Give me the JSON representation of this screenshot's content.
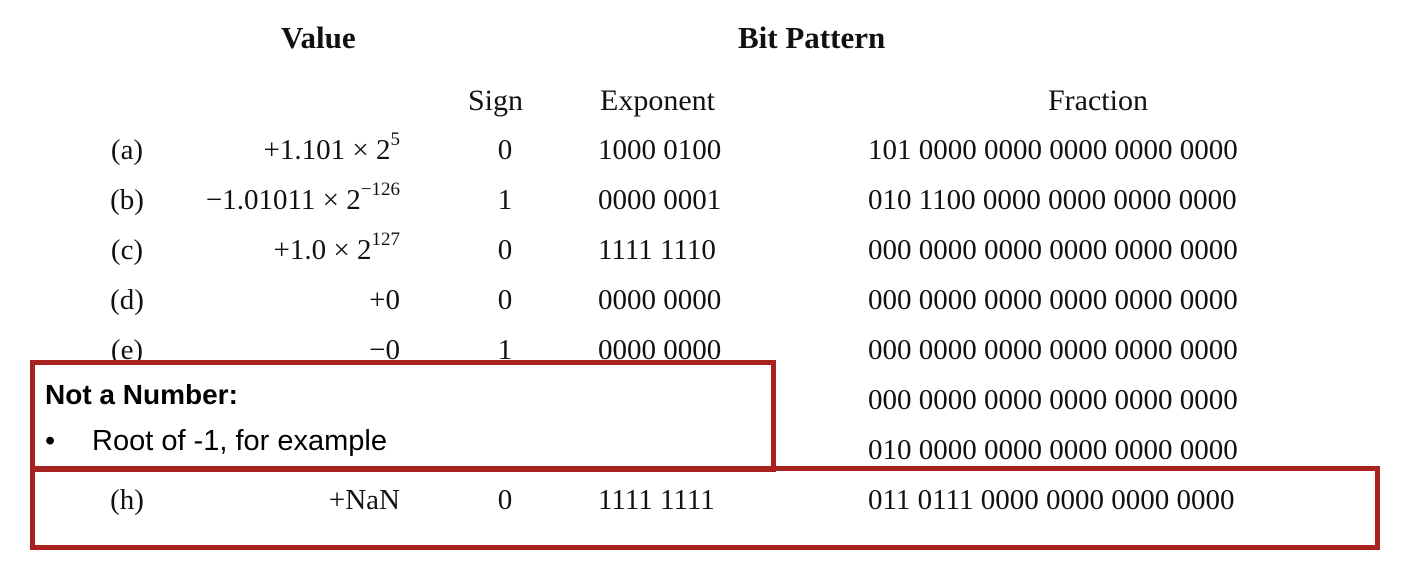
{
  "headers": {
    "value": "Value",
    "bit_pattern": "Bit Pattern",
    "sign": "Sign",
    "exponent": "Exponent",
    "fraction": "Fraction"
  },
  "rows": [
    {
      "label": "(a)",
      "mant": "+1.101 × 2",
      "exp": "5",
      "sign": "0",
      "exponent": "1000 0100",
      "fraction": "101 0000 0000 0000 0000 0000"
    },
    {
      "label": "(b)",
      "mant": "−1.01011 × 2",
      "exp": "−126",
      "sign": "1",
      "exponent": "0000 0001",
      "fraction": "010 1100 0000 0000 0000 0000"
    },
    {
      "label": "(c)",
      "mant": "+1.0 × 2",
      "exp": "127",
      "sign": "0",
      "exponent": "1111 1110",
      "fraction": "000 0000 0000 0000 0000 0000"
    },
    {
      "label": "(d)",
      "mant": "+0",
      "exp": "",
      "sign": "0",
      "exponent": "0000 0000",
      "fraction": "000 0000 0000 0000 0000 0000"
    },
    {
      "label": "(e)",
      "mant": "−0",
      "exp": "",
      "sign": "1",
      "exponent": "0000 0000",
      "fraction": "000 0000 0000 0000 0000 0000"
    },
    {
      "label": "",
      "mant": "",
      "exp": "",
      "sign": "",
      "exponent": "",
      "fraction": "000 0000 0000 0000 0000 0000"
    },
    {
      "label": "",
      "mant": "",
      "exp": "",
      "sign": "",
      "exponent": "",
      "fraction": "010 0000 0000 0000 0000 0000"
    },
    {
      "label": "(h)",
      "mant": "+NaN",
      "exp": "",
      "sign": "0",
      "exponent": "1111 1111",
      "fraction": "011 0111 0000 0000 0000 0000"
    }
  ],
  "callout": {
    "title": "Not a Number:",
    "bullet_mark": "•",
    "bullet": "Root of -1, for example"
  },
  "colors": {
    "highlight_border": "#a8231f"
  }
}
